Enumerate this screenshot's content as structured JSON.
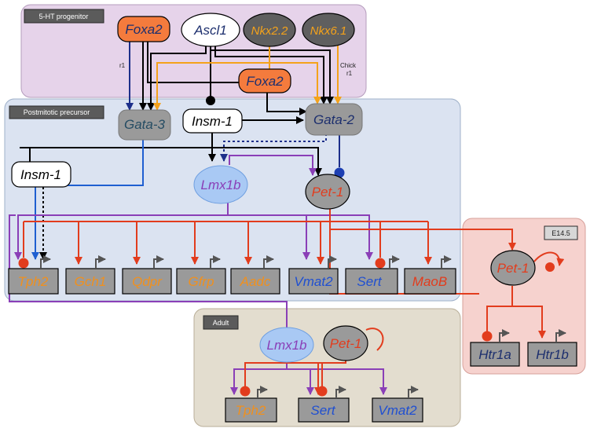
{
  "colors": {
    "progenitor_bg": "#e6d3ea",
    "postmitotic_bg": "#dbe3f1",
    "e14_bg": "#f6d2ce",
    "adult_bg": "#e3ddcf",
    "label_box": "#5b5b5b",
    "black_line": "#000000",
    "orange_line": "#f4a21b",
    "purple_line": "#8a3fb7",
    "red_line": "#e23c1d",
    "blue_line": "#1f5fd1",
    "dark_blue_text": "#1d2f6e",
    "orange_text": "#f0901e",
    "red_text": "#e23c1d",
    "purple_text": "#8a3fb7",
    "teal_text": "#254c63",
    "foxa2_fill": "#f47b3d",
    "grey_node": "#9a9a9a",
    "dark_node": "#5f5f5f",
    "lmx1b_fill": "#a9c9f4"
  },
  "regions": {
    "progenitor": "5-HT progenitor",
    "postmitotic": "Postmitotic precursor",
    "e14": "E14.5",
    "adult": "Adult"
  },
  "notes": {
    "r1": "r1",
    "chick_line1": "Chick",
    "chick_line2": "r1"
  },
  "nodes": {
    "foxa2_top": "Foxa2",
    "ascl1": "Ascl1",
    "nkx22": "Nkx2.2",
    "nkx61": "Nkx6.1",
    "foxa2_mid": "Foxa2",
    "gata3": "Gata-3",
    "insm1_center": "Insm-1",
    "gata2": "Gata-2",
    "insm1_left": "Insm-1",
    "lmx1b": "Lmx1b",
    "pet1": "Pet-1",
    "pet1_e14": "Pet-1",
    "lmx1b_adult": "Lmx1b",
    "pet1_adult": "Pet-1"
  },
  "targets": [
    "Tph2",
    "Gch1",
    "Qdpr",
    "Gfrp",
    "Aadc",
    "Vmat2",
    "Sert",
    "MaoB"
  ],
  "e14_targets": [
    "Htr1a",
    "Htr1b"
  ],
  "adult_targets": [
    "Tph2",
    "Sert",
    "Vmat2"
  ]
}
